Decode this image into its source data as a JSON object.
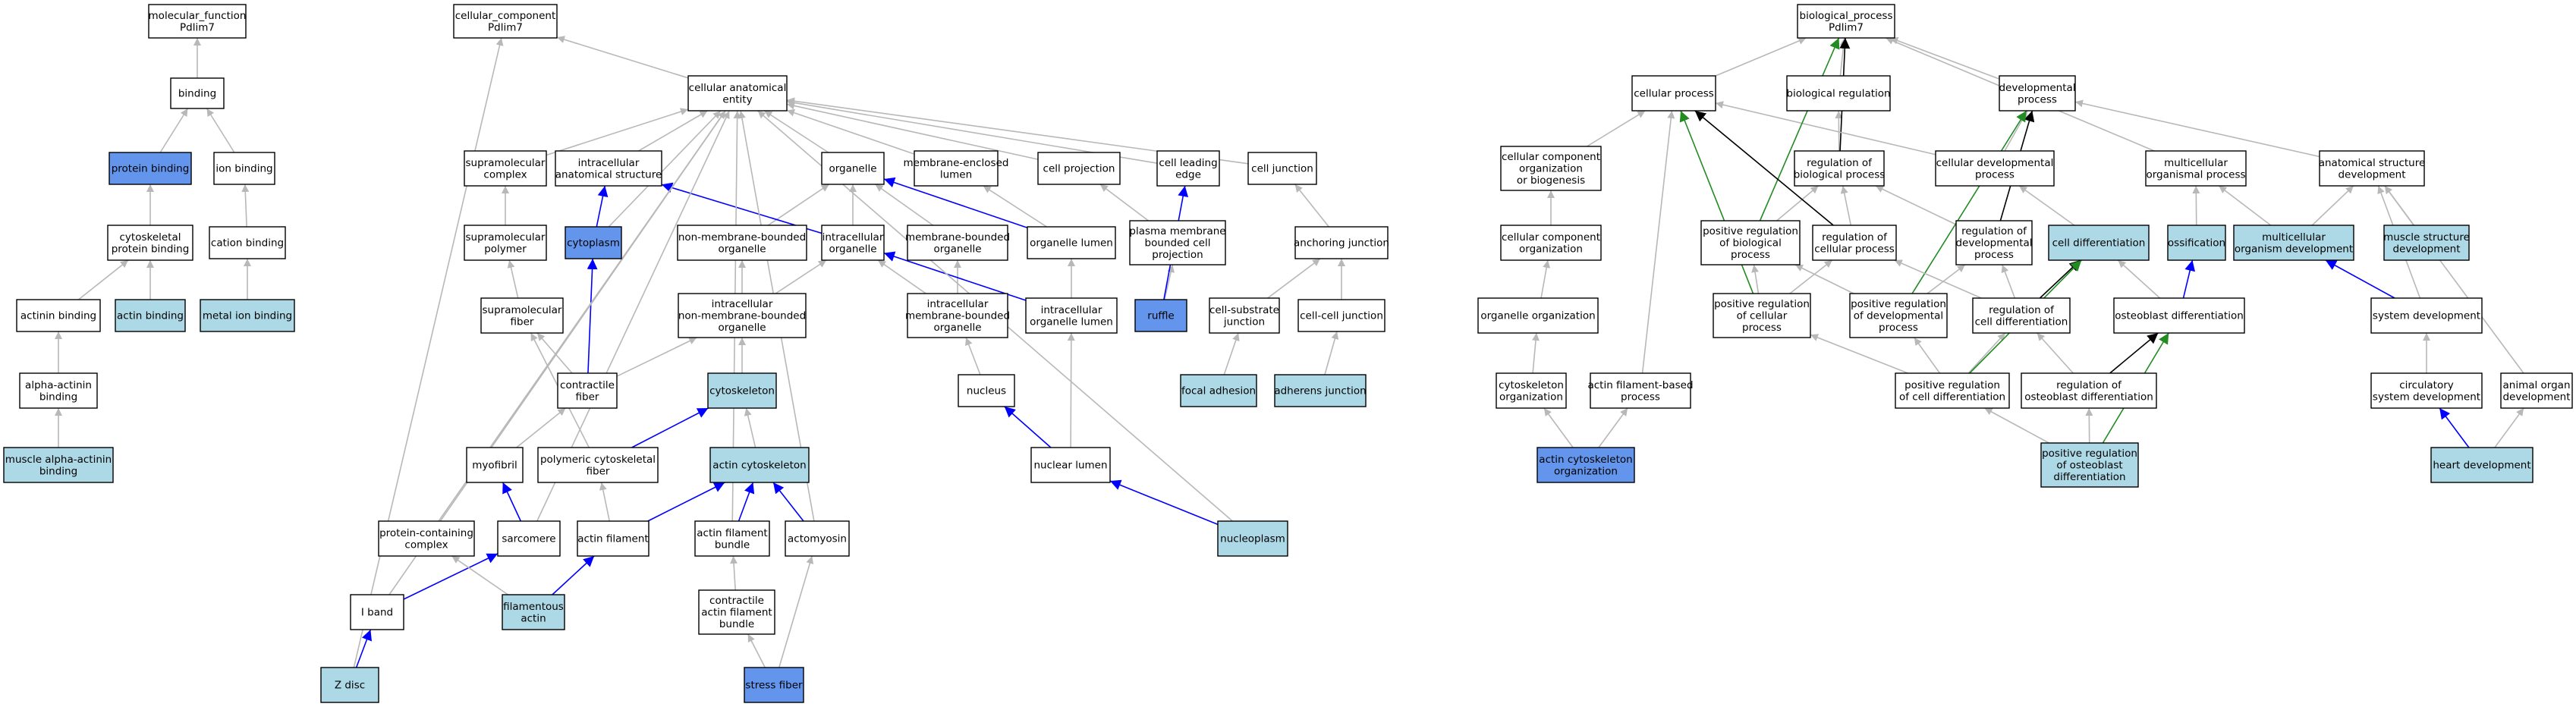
{
  "colors": {
    "white": "#ffffff",
    "light": "#add8e6",
    "dark": "#6495ed",
    "gray": "#b8b8b8",
    "blue": "#0000ff",
    "green": "#228b22",
    "black": "#000000"
  },
  "nodes": [
    {
      "id": "mf",
      "label": [
        "molecular_function",
        "Pdlim7"
      ],
      "fill": "white"
    },
    {
      "id": "binding",
      "label": [
        "binding"
      ],
      "fill": "white"
    },
    {
      "id": "protein_binding",
      "label": [
        "protein binding"
      ],
      "fill": "dark"
    },
    {
      "id": "ion_binding",
      "label": [
        "ion binding"
      ],
      "fill": "white"
    },
    {
      "id": "cyto_prot_binding",
      "label": [
        "cytoskeletal",
        "protein binding"
      ],
      "fill": "white"
    },
    {
      "id": "cation_binding",
      "label": [
        "cation binding"
      ],
      "fill": "white"
    },
    {
      "id": "actinin_binding",
      "label": [
        "actinin binding"
      ],
      "fill": "white"
    },
    {
      "id": "actin_binding",
      "label": [
        "actin binding"
      ],
      "fill": "light"
    },
    {
      "id": "metal_ion_binding",
      "label": [
        "metal ion binding"
      ],
      "fill": "light"
    },
    {
      "id": "alpha_actinin_binding",
      "label": [
        "alpha-actinin",
        "binding"
      ],
      "fill": "white"
    },
    {
      "id": "muscle_alpha_actinin",
      "label": [
        "muscle alpha-actinin",
        "binding"
      ],
      "fill": "light"
    },
    {
      "id": "cc",
      "label": [
        "cellular_component",
        "Pdlim7"
      ],
      "fill": "white"
    },
    {
      "id": "cae",
      "label": [
        "cellular anatomical",
        "entity"
      ],
      "fill": "white"
    },
    {
      "id": "supramol_complex",
      "label": [
        "supramolecular",
        "complex"
      ],
      "fill": "white"
    },
    {
      "id": "intracell_anat",
      "label": [
        "intracellular",
        "anatomical structure"
      ],
      "fill": "white"
    },
    {
      "id": "organelle",
      "label": [
        "organelle"
      ],
      "fill": "white"
    },
    {
      "id": "membrane_enclosed_lumen",
      "label": [
        "membrane-enclosed",
        "lumen"
      ],
      "fill": "white"
    },
    {
      "id": "cell_projection",
      "label": [
        "cell projection"
      ],
      "fill": "white"
    },
    {
      "id": "cell_leading_edge",
      "label": [
        "cell leading",
        "edge"
      ],
      "fill": "white"
    },
    {
      "id": "cell_junction",
      "label": [
        "cell junction"
      ],
      "fill": "white"
    },
    {
      "id": "supramol_polymer",
      "label": [
        "supramolecular",
        "polymer"
      ],
      "fill": "white"
    },
    {
      "id": "cytoplasm",
      "label": [
        "cytoplasm"
      ],
      "fill": "dark"
    },
    {
      "id": "nonmem_organelle",
      "label": [
        "non-membrane-bounded",
        "organelle"
      ],
      "fill": "white"
    },
    {
      "id": "intracell_organelle",
      "label": [
        "intracellular",
        "organelle"
      ],
      "fill": "white"
    },
    {
      "id": "mem_bounded_organelle",
      "label": [
        "membrane-bounded",
        "organelle"
      ],
      "fill": "white"
    },
    {
      "id": "organelle_lumen",
      "label": [
        "organelle lumen"
      ],
      "fill": "white"
    },
    {
      "id": "pm_bounded_proj",
      "label": [
        "plasma membrane",
        "bounded cell",
        "projection"
      ],
      "fill": "white"
    },
    {
      "id": "anchoring_junction",
      "label": [
        "anchoring junction"
      ],
      "fill": "white"
    },
    {
      "id": "supramol_fiber",
      "label": [
        "supramolecular",
        "fiber"
      ],
      "fill": "white"
    },
    {
      "id": "intracell_nonmem_org",
      "label": [
        "intracellular",
        "non-membrane-bounded",
        "organelle"
      ],
      "fill": "white"
    },
    {
      "id": "intracell_mem_org",
      "label": [
        "intracellular",
        "membrane-bounded",
        "organelle"
      ],
      "fill": "white"
    },
    {
      "id": "intracell_org_lumen",
      "label": [
        "intracellular",
        "organelle lumen"
      ],
      "fill": "white"
    },
    {
      "id": "ruffle",
      "label": [
        "ruffle"
      ],
      "fill": "dark"
    },
    {
      "id": "cell_substrate_junction",
      "label": [
        "cell-substrate",
        "junction"
      ],
      "fill": "white"
    },
    {
      "id": "cell_cell_junction",
      "label": [
        "cell-cell junction"
      ],
      "fill": "white"
    },
    {
      "id": "contractile_fiber",
      "label": [
        "contractile",
        "fiber"
      ],
      "fill": "white"
    },
    {
      "id": "cytoskeleton",
      "label": [
        "cytoskeleton"
      ],
      "fill": "light"
    },
    {
      "id": "nucleus",
      "label": [
        "nucleus"
      ],
      "fill": "white"
    },
    {
      "id": "focal_adhesion",
      "label": [
        "focal adhesion"
      ],
      "fill": "light"
    },
    {
      "id": "adherens_junction",
      "label": [
        "adherens junction"
      ],
      "fill": "light"
    },
    {
      "id": "myofibril",
      "label": [
        "myofibril"
      ],
      "fill": "white"
    },
    {
      "id": "polymeric_cyto_fiber",
      "label": [
        "polymeric cytoskeletal",
        "fiber"
      ],
      "fill": "white"
    },
    {
      "id": "actin_cytoskeleton",
      "label": [
        "actin cytoskeleton"
      ],
      "fill": "light"
    },
    {
      "id": "nuclear_lumen",
      "label": [
        "nuclear lumen"
      ],
      "fill": "white"
    },
    {
      "id": "protein_containing_complex",
      "label": [
        "protein-containing",
        "complex"
      ],
      "fill": "white"
    },
    {
      "id": "sarcomere",
      "label": [
        "sarcomere"
      ],
      "fill": "white"
    },
    {
      "id": "actin_filament",
      "label": [
        "actin filament"
      ],
      "fill": "white"
    },
    {
      "id": "actin_filament_bundle",
      "label": [
        "actin filament",
        "bundle"
      ],
      "fill": "white"
    },
    {
      "id": "actomyosin",
      "label": [
        "actomyosin"
      ],
      "fill": "white"
    },
    {
      "id": "nucleoplasm",
      "label": [
        "nucleoplasm"
      ],
      "fill": "light"
    },
    {
      "id": "i_band",
      "label": [
        "I band"
      ],
      "fill": "white"
    },
    {
      "id": "filamentous_actin",
      "label": [
        "filamentous",
        "actin"
      ],
      "fill": "light"
    },
    {
      "id": "contractile_afb",
      "label": [
        "contractile",
        "actin filament",
        "bundle"
      ],
      "fill": "white"
    },
    {
      "id": "z_disc",
      "label": [
        "Z disc"
      ],
      "fill": "light"
    },
    {
      "id": "stress_fiber",
      "label": [
        "stress fiber"
      ],
      "fill": "dark"
    },
    {
      "id": "bp",
      "label": [
        "biological_process",
        "Pdlim7"
      ],
      "fill": "white"
    },
    {
      "id": "cellular_process",
      "label": [
        "cellular process"
      ],
      "fill": "white"
    },
    {
      "id": "biological_regulation",
      "label": [
        "biological regulation"
      ],
      "fill": "white"
    },
    {
      "id": "developmental_process",
      "label": [
        "developmental",
        "process"
      ],
      "fill": "white"
    },
    {
      "id": "cc_org_biogenesis",
      "label": [
        "cellular component",
        "organization",
        "or biogenesis"
      ],
      "fill": "white"
    },
    {
      "id": "reg_bio_process",
      "label": [
        "regulation of",
        "biological process"
      ],
      "fill": "white"
    },
    {
      "id": "cellular_dev_process",
      "label": [
        "cellular developmental",
        "process"
      ],
      "fill": "white"
    },
    {
      "id": "multicell_org_process",
      "label": [
        "multicellular",
        "organismal process"
      ],
      "fill": "white"
    },
    {
      "id": "anat_struct_dev",
      "label": [
        "anatomical structure",
        "development"
      ],
      "fill": "white"
    },
    {
      "id": "cc_organization",
      "label": [
        "cellular component",
        "organization"
      ],
      "fill": "white"
    },
    {
      "id": "pos_reg_bio_process",
      "label": [
        "positive regulation",
        "of biological",
        "process"
      ],
      "fill": "white"
    },
    {
      "id": "reg_cellular_process",
      "label": [
        "regulation of",
        "cellular process"
      ],
      "fill": "white"
    },
    {
      "id": "reg_dev_process",
      "label": [
        "regulation of",
        "developmental",
        "process"
      ],
      "fill": "white"
    },
    {
      "id": "cell_differentiation",
      "label": [
        "cell differentiation"
      ],
      "fill": "light"
    },
    {
      "id": "ossification",
      "label": [
        "ossification"
      ],
      "fill": "light"
    },
    {
      "id": "multicell_org_dev",
      "label": [
        "multicellular",
        "organism development"
      ],
      "fill": "light"
    },
    {
      "id": "muscle_struct_dev",
      "label": [
        "muscle structure",
        "development"
      ],
      "fill": "light"
    },
    {
      "id": "organelle_organization",
      "label": [
        "organelle organization"
      ],
      "fill": "white"
    },
    {
      "id": "pos_reg_cellular_process",
      "label": [
        "positive regulation",
        "of cellular",
        "process"
      ],
      "fill": "white"
    },
    {
      "id": "pos_reg_dev_process",
      "label": [
        "positive regulation",
        "of developmental",
        "process"
      ],
      "fill": "white"
    },
    {
      "id": "reg_cell_diff",
      "label": [
        "regulation of",
        "cell differentiation"
      ],
      "fill": "white"
    },
    {
      "id": "osteoblast_diff",
      "label": [
        "osteoblast differentiation"
      ],
      "fill": "white"
    },
    {
      "id": "system_development",
      "label": [
        "system development"
      ],
      "fill": "white"
    },
    {
      "id": "cytoskeleton_org",
      "label": [
        "cytoskeleton",
        "organization"
      ],
      "fill": "white"
    },
    {
      "id": "actin_filament_process",
      "label": [
        "actin filament-based",
        "process"
      ],
      "fill": "white"
    },
    {
      "id": "pos_reg_cell_diff",
      "label": [
        "positive regulation",
        "of cell differentiation"
      ],
      "fill": "white"
    },
    {
      "id": "reg_osteoblast_diff",
      "label": [
        "regulation of",
        "osteoblast differentiation"
      ],
      "fill": "white"
    },
    {
      "id": "circulatory_sys_dev",
      "label": [
        "circulatory",
        "system development"
      ],
      "fill": "white"
    },
    {
      "id": "animal_organ_dev",
      "label": [
        "animal organ",
        "development"
      ],
      "fill": "white"
    },
    {
      "id": "actin_cyto_org",
      "label": [
        "actin cytoskeleton",
        "organization"
      ],
      "fill": "dark"
    },
    {
      "id": "pos_reg_osteoblast_diff",
      "label": [
        "positive regulation",
        "of osteoblast",
        "differentiation"
      ],
      "fill": "light"
    },
    {
      "id": "heart_development",
      "label": [
        "heart development"
      ],
      "fill": "light"
    }
  ]
}
